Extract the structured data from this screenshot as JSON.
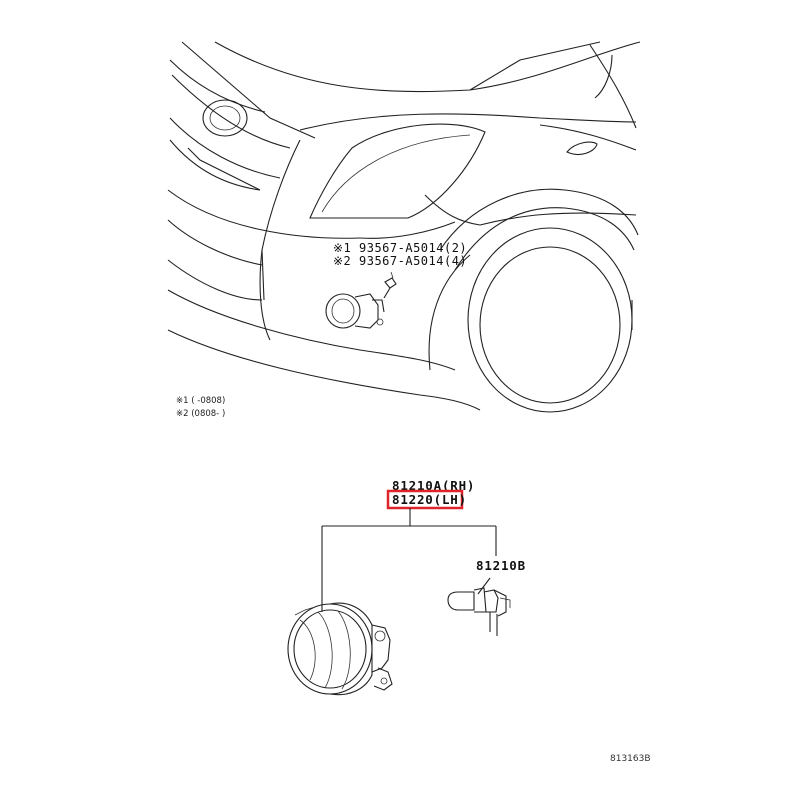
{
  "callouts": {
    "screw_1": "※1 93567-A5014(2)",
    "screw_2": "※2 93567-A5014(4)",
    "lamp_rh": "81210A(RH)",
    "lamp_lh": "81220(LH)",
    "bulb": "81210B"
  },
  "notes": {
    "range_1": "※1 (      -0808)",
    "range_2": "※2 (0808-      )"
  },
  "figure_id": "813163B",
  "colors": {
    "highlight": "#e0242c",
    "ink": "#222222"
  }
}
